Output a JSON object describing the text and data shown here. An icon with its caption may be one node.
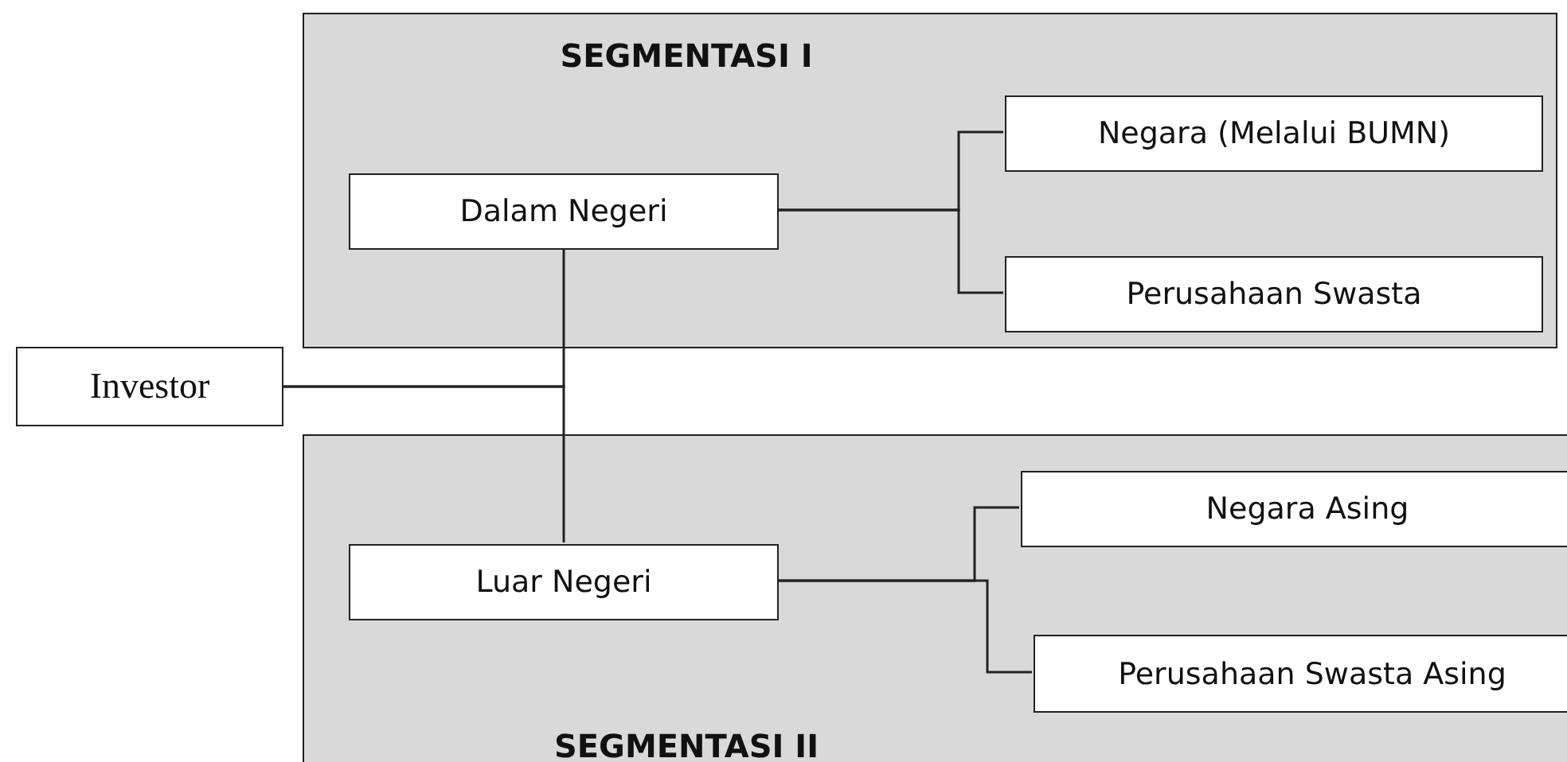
{
  "diagram": {
    "nodes": [
      {
        "text": [
          "SEGMENTASI I"
        ]
      },
      {
        "text": [
          "Dalam Negeri"
        ],
        "in": 0
      },
      {
        "text": [
          "Negara (Melalui BUMN)"
        ],
        "in": 0
      },
      {
        "text": [
          "Perusahaan Swasta"
        ],
        "in": 0
      },
      {
        "text": [
          "Investor"
        ]
      },
      {
        "text": [
          "SEGMENTASI II"
        ]
      },
      {
        "text": [
          "Luar Negeri"
        ],
        "in": 5
      },
      {
        "text": [
          "Negara Asing"
        ],
        "in": 5
      },
      {
        "text": [
          "Perusahaan Swasta Asing"
        ],
        "in": 5
      }
    ],
    "edges": [
      {
        "from": 4,
        "to": 1,
        "arrow": "none"
      },
      {
        "from": 4,
        "to": 6,
        "arrow": "none"
      },
      {
        "from": 1,
        "to": 2,
        "arrow": "none"
      },
      {
        "from": 1,
        "to": 3,
        "arrow": "none"
      },
      {
        "from": 6,
        "to": 7,
        "arrow": "none"
      },
      {
        "from": 6,
        "to": 8,
        "arrow": "none"
      }
    ]
  }
}
